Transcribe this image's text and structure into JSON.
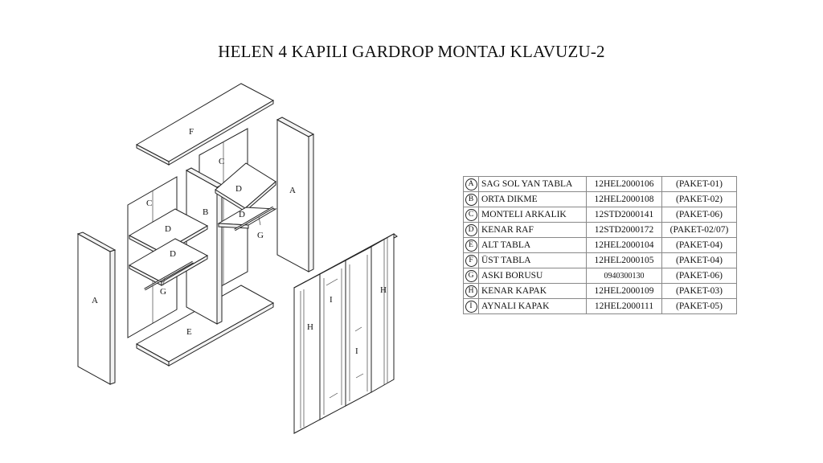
{
  "title": "HELEN 4 KAPILI GARDROP MONTAJ KLAVUZU-2",
  "diagram_labels": {
    "side_panel": "A",
    "middle_post": "B",
    "back_panel": "C",
    "shelf": "D",
    "bottom_board": "E",
    "top_board": "F",
    "hanging_rod": "G",
    "side_door": "H",
    "mirror_door": "I"
  },
  "parts": [
    {
      "letter": "A",
      "name": "SAG SOL YAN TABLA",
      "code": "12HEL2000106",
      "package": "(PAKET-01)"
    },
    {
      "letter": "B",
      "name": "ORTA DIKME",
      "code": "12HEL2000108",
      "package": "(PAKET-02)"
    },
    {
      "letter": "C",
      "name": "MONTELI ARKALIK",
      "code": "12STD2000141",
      "package": "(PAKET-06)"
    },
    {
      "letter": "D",
      "name": "KENAR RAF",
      "code": "12STD2000172",
      "package": "(PAKET-02/07)"
    },
    {
      "letter": "E",
      "name": "ALT TABLA",
      "code": "12HEL2000104",
      "package": "(PAKET-04)"
    },
    {
      "letter": "F",
      "name": "ÜST TABLA",
      "code": "12HEL2000105",
      "package": "(PAKET-04)"
    },
    {
      "letter": "G",
      "name": "ASKI  BORUSU",
      "code": "0940300130",
      "package": "(PAKET-06)"
    },
    {
      "letter": "H",
      "name": "KENAR KAPAK",
      "code": "12HEL2000109",
      "package": "(PAKET-03)"
    },
    {
      "letter": "I",
      "name": "AYNALI  KAPAK",
      "code": "12HEL2000111",
      "package": "(PAKET-05)"
    }
  ]
}
